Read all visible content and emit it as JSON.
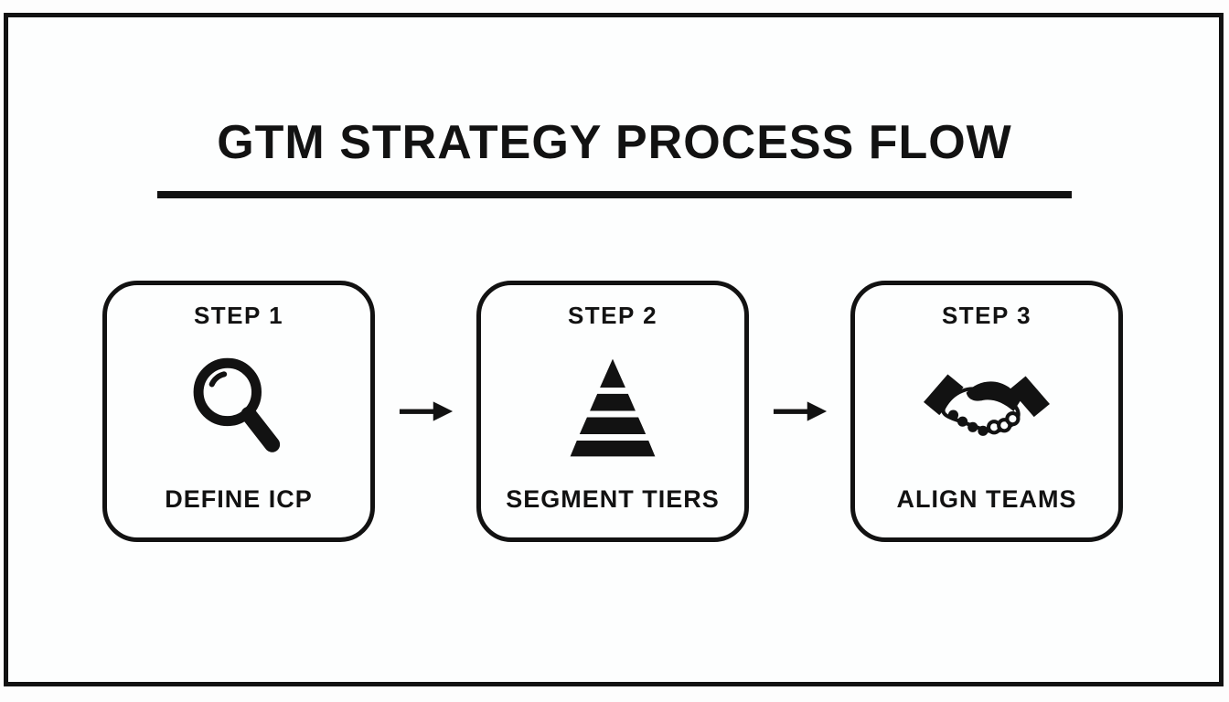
{
  "title": "GTM STRATEGY PROCESS FLOW",
  "colors": {
    "ink": "#121212",
    "background": "#ffffff"
  },
  "steps": [
    {
      "step_label": "STEP 1",
      "icon": "magnifier-icon",
      "caption": "DEFINE ICP"
    },
    {
      "step_label": "STEP 2",
      "icon": "tiered-pyramid-icon",
      "caption": "SEGMENT TIERS"
    },
    {
      "step_label": "STEP 3",
      "icon": "handshake-icon",
      "caption": "ALIGN TEAMS"
    }
  ],
  "connectors": [
    {
      "icon": "right-arrow-icon"
    },
    {
      "icon": "right-arrow-icon"
    }
  ]
}
